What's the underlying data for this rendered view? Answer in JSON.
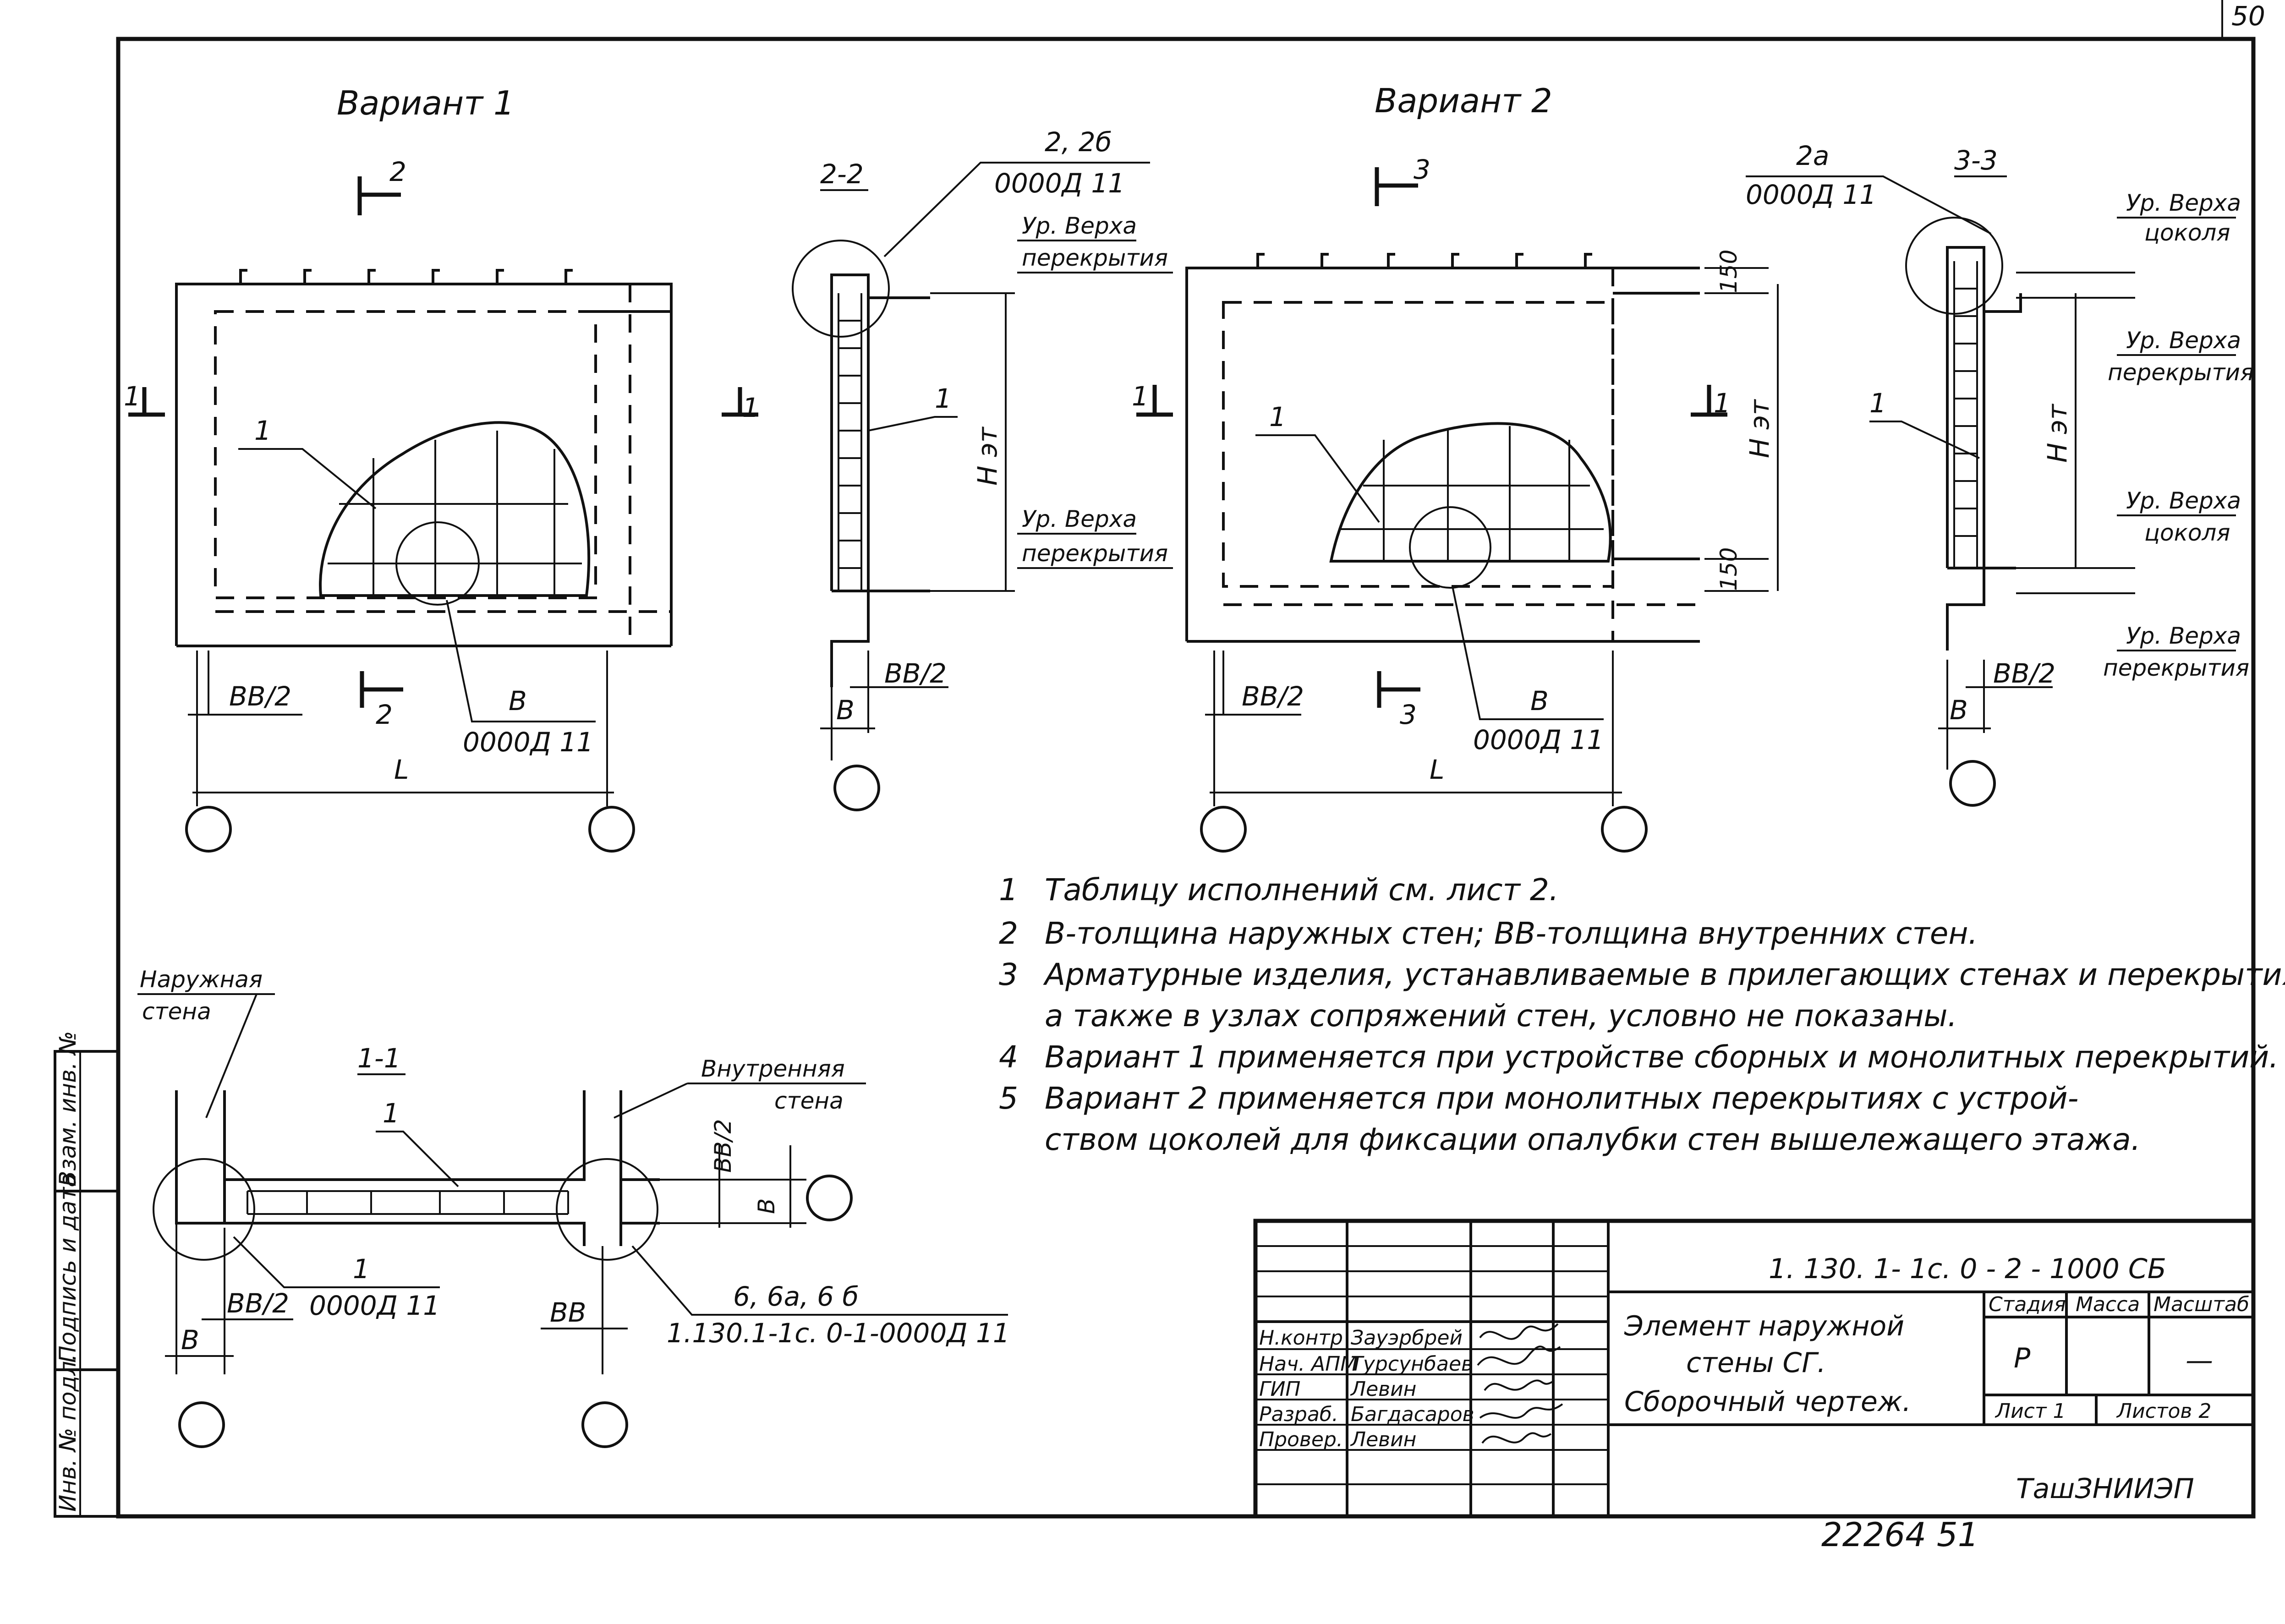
{
  "sheet": {
    "corner_number": "50",
    "footer_number": "22264   51"
  },
  "variant1": {
    "title": "Вариант 1",
    "section_top": "2",
    "section_bottom": "2",
    "section_left": "1",
    "section_right": "1",
    "callout_1": "1",
    "callout_b": "В",
    "callout_ref": "0000Д 11",
    "dim_bb2": "ВВ/2",
    "dim_L": "L"
  },
  "section22": {
    "title": "2-2",
    "callout_top": "2, 2б",
    "callout_top_ref": "0000Д 11",
    "level_top_1": "Ур. Верха",
    "level_top_2": "перекрытия",
    "level_bot_1": "Ур. Верха",
    "level_bot_2": "перекрытия",
    "dim_h": "Н эт",
    "callout_1": "1",
    "dim_b": "В",
    "dim_bb2": "ВВ/2"
  },
  "variant2": {
    "title": "Вариант 2",
    "section_top": "3",
    "section_bottom": "3",
    "section_left": "1",
    "section_right": "1",
    "callout_1": "1",
    "callout_b": "В",
    "callout_ref": "0000Д 11",
    "dim_bb2": "ВВ/2",
    "dim_L": "L",
    "dim_150_top": "150",
    "dim_150_bot": "150",
    "dim_h": "Н эт"
  },
  "section33": {
    "title": "3-3",
    "callout_top": "2а",
    "callout_top_ref": "0000Д 11",
    "levels": [
      "Ур. Верха",
      "цоколя",
      "Ур. Верха",
      "перекрытия",
      "Ур. Верха",
      "цоколя",
      "Ур. Верха",
      "перекрытия"
    ],
    "dim_h": "Н эт",
    "callout_1": "1",
    "dim_b": "В",
    "dim_bb2": "ВВ/2"
  },
  "section11": {
    "title": "1-1",
    "outer_wall_1": "Наружная",
    "outer_wall_2": "стена",
    "inner_wall_1": "Внутренняя",
    "inner_wall_2": "стена",
    "callout_1": "1",
    "callout_left_num": "1",
    "callout_left_ref": "0000Д 11",
    "callout_right_num": "6, 6а, 6 б",
    "callout_right_ref": "1.130.1-1с. 0-1-0000Д 11",
    "dim_bb2_left": "ВВ/2",
    "dim_b_left": "В",
    "dim_bb": "ВВ",
    "dim_bb2_right": "ВВ/2",
    "dim_b_right": "В"
  },
  "notes": [
    {
      "num": "1",
      "text": "Таблицу исполнений см. лист 2."
    },
    {
      "num": "2",
      "text": "В-толщина наружных стен; ВВ-толщина внутренних стен."
    },
    {
      "num": "3",
      "text": "Арматурные изделия, устанавливаемые в прилегающих стенах и перекрытиях,"
    },
    {
      "num": "",
      "text": "а также в узлах сопряжений стен, условно не показаны."
    },
    {
      "num": "4",
      "text": "Вариант 1 применяется при устройстве сборных и монолитных перекрытий."
    },
    {
      "num": "5",
      "text": "Вариант 2 применяется при монолитных перекрытиях с устрой-"
    },
    {
      "num": "",
      "text": "ством цоколей для фиксации опалубки стен вышележащего этажа."
    }
  ],
  "side_stamp": {
    "cell_1": "Взам. инв. №",
    "cell_2": "Подпись и дата",
    "cell_3": "Инв. № подл."
  },
  "title_block": {
    "doc_code": "1. 130. 1- 1с. 0 - 2 - 1000 СБ",
    "name_line1": "Элемент наружной",
    "name_line2": "стены СГ.",
    "name_line3": "Сборочный чертеж.",
    "stage_label": "Стадия",
    "mass_label": "Масса",
    "scale_label": "Масштаб",
    "stage_value": "Р",
    "scale_value": "—",
    "sheet_label": "Лист 1",
    "sheets_label": "Листов 2",
    "organization": "ТашЗНИИЭП",
    "roles": [
      {
        "role": "Н.контр",
        "name": "Зауэрбрей"
      },
      {
        "role": "Нач. АПМ",
        "name": "Турсунбаев"
      },
      {
        "role": "ГИП",
        "name": "Левин"
      },
      {
        "role": "Разраб.",
        "name": "Багдасаров"
      },
      {
        "role": "Провер.",
        "name": "Левин"
      }
    ]
  }
}
